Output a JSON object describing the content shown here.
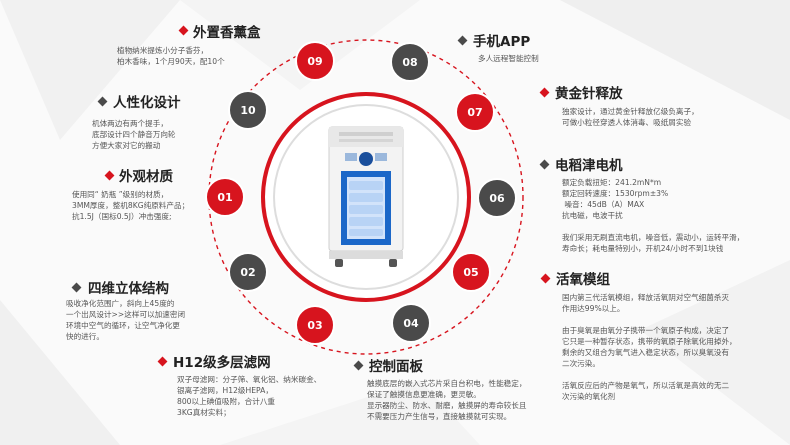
{
  "colors": {
    "red": "#d7141e",
    "dark": "#4a4a4a"
  },
  "features": {
    "f09": {
      "num": "09",
      "title": "外置香薰盒",
      "desc": "植物纳米提炼小分子香芬，\n柏木香味，1个月90天，配10个"
    },
    "f08": {
      "num": "08",
      "title": "手机APP",
      "desc": "多人远程智能控制"
    },
    "f10": {
      "num": "10",
      "title": "人性化设计",
      "desc": "机体两边有两个提手，\n底部设计四个静音万向轮\n方便大家对它的搬动"
    },
    "f07": {
      "num": "07",
      "title": "黄金针释放",
      "desc": "独家设计，通过黄金针释放亿级负离子，\n可做小粒径穿透人体消毒、吸纸屑实验"
    },
    "f01": {
      "num": "01",
      "title": "外观材质",
      "desc": "使用同“ 奶瓶 ”级别的材质，\n3MM厚度，整机8KG纯原料产品；\n抗1.5J（国标0.5J）冲击强度;"
    },
    "f06": {
      "num": "06",
      "title": "电稻津电机",
      "desc": "额定负载扭矩：241.2mN*m\n额定回转速度：1530rpm±3%\n 噪音：45dB（A）MAX\n抗电磁，电波干扰\n\n我们采用无刷直流电机，噪音低，震动小，运转平滑，\n寿命长；耗电量特别小，开机24/小时不到1块钱"
    },
    "f02": {
      "num": "02",
      "title": "四维立体结构",
      "desc": "吸收净化范围广，斜向上45度的\n一个出风设计>>这样可以加速密闭\n环境中空气的循环，让空气净化更\n快的进行。"
    },
    "f05": {
      "num": "05",
      "title": "活氧模组",
      "desc": "国内第三代活氧模组，释放活氧阴对空气细菌杀灭\n作用达99%以上。\n\n由于臭氧是由氧分子携带一个氧原子构成，决定了\n它只是一种暂存状态，携带的氧原子除氧化用掉外，\n剩余的又组合为氧气进入稳定状态，所以臭氧没有\n二次污染。\n\n活氧反应后的产物是氧气，所以活氧是高效的无二\n次污染的氧化剂"
    },
    "f03": {
      "num": "03",
      "title": "H12级多层滤网",
      "desc": "双子母滤网：分子筛、氧化铝、纳米碳金、\n银离子滤网，H12级HEPA，\n800以上碘值吸附，合计八重\n3KG真材实料；"
    },
    "f04": {
      "num": "04",
      "title": "控制面板",
      "desc": "触摸底层的嵌入式芯片采自台积电，性能稳定，\n保证了触摸信息更准确，更灵敏。\n显示器防尘、防水、耐磨，触摸屏的寿命较长且\n不需要压力产生信号，直接触摸就可实现。"
    }
  }
}
